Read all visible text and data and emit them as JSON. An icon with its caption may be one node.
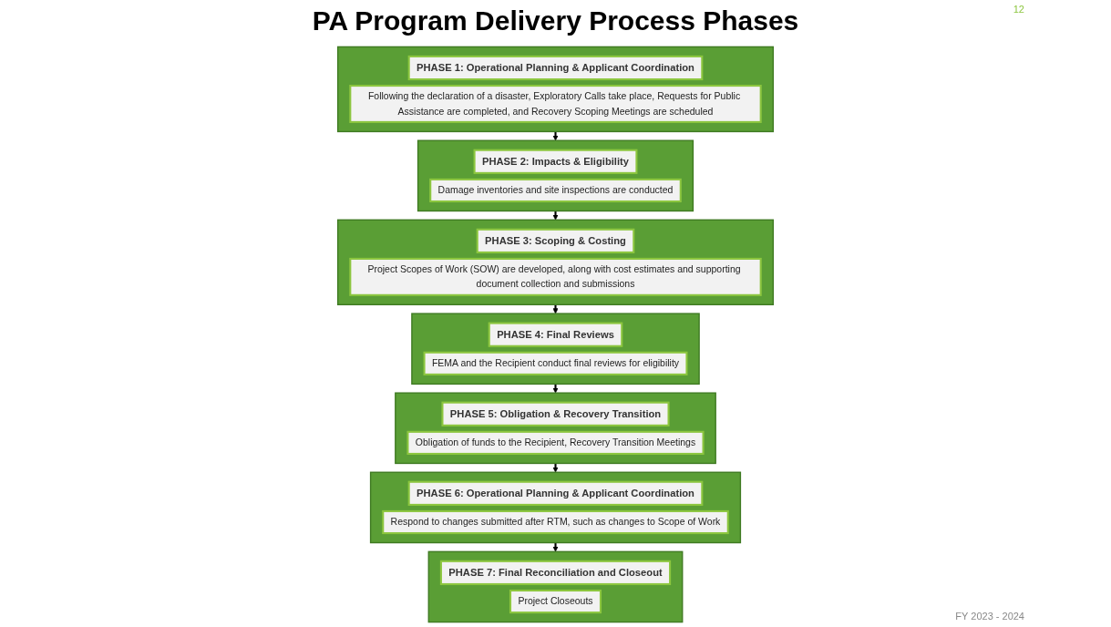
{
  "diagram": {
    "title": "PA Program Delivery Process Phases",
    "nodes": [
      {
        "text": [],
        "shape": "box"
      },
      {
        "text": [
          "PHASE 1: Operational Planning & Applicant Coordination"
        ],
        "in": 0
      },
      {
        "text": [
          "Following the declaration of a disaster, Exploratory Calls take place, Requests for Public Assistance are completed, and Recovery Scoping Meetings are scheduled"
        ],
        "in": 0
      },
      {
        "text": [],
        "shape": "box"
      },
      {
        "text": [
          "PHASE 2: Impacts & Eligibility"
        ],
        "in": 3
      },
      {
        "text": [
          "Damage inventories and site inspections are conducted"
        ],
        "in": 3
      },
      {
        "text": [],
        "shape": "box"
      },
      {
        "text": [
          "PHASE 3: Scoping & Costing"
        ],
        "in": 6
      },
      {
        "text": [
          "Project Scopes of Work (SOW) are developed, along with cost estimates and supporting document collection and submissions"
        ],
        "in": 6
      },
      {
        "text": [],
        "shape": "box"
      },
      {
        "text": [
          "PHASE 4: Final Reviews"
        ],
        "in": 9
      },
      {
        "text": [
          "FEMA and the Recipient conduct final reviews for eligibility"
        ],
        "in": 9
      },
      {
        "text": [],
        "shape": "box"
      },
      {
        "text": [
          "PHASE 5: Obligation & Recovery Transition"
        ],
        "in": 12
      },
      {
        "text": [
          "Obligation of funds to the Recipient, Recovery Transition Meetings"
        ],
        "in": 12
      },
      {
        "text": [],
        "shape": "box"
      },
      {
        "text": [
          "PHASE 6: Operational Planning & Applicant Coordination"
        ],
        "in": 15
      },
      {
        "text": [
          "Respond to changes submitted after RTM, such as changes to Scope of Work"
        ],
        "in": 15
      },
      {
        "text": [],
        "shape": "box"
      },
      {
        "text": [
          "PHASE 7: Final Reconciliation and Closeout"
        ],
        "in": 18
      },
      {
        "text": [
          "Project Closeouts"
        ],
        "in": 18
      }
    ],
    "edges": [
      {
        "from": 0,
        "to": 3,
        "arrow": "to"
      },
      {
        "from": 3,
        "to": 6,
        "arrow": "to"
      },
      {
        "from": 6,
        "to": 9,
        "arrow": "to"
      },
      {
        "from": 9,
        "to": 12,
        "arrow": "to"
      },
      {
        "from": 12,
        "to": 15,
        "arrow": "to"
      },
      {
        "from": 15,
        "to": 18,
        "arrow": "to"
      }
    ],
    "labels": [
      "12",
      "FY 2023 - 2024"
    ]
  }
}
